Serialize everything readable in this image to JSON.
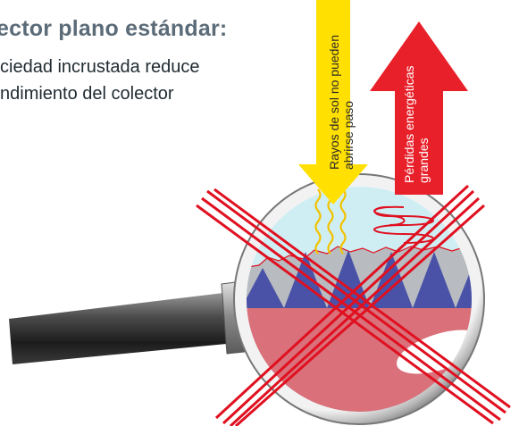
{
  "title": "ector plano estándar:",
  "subtitle_lines": [
    "ciedad incrustada reduce",
    "ndimiento del colector"
  ],
  "sun_arrow": {
    "label_lines": [
      "Rayos de sol no pueden",
      "abrirse paso"
    ],
    "color": "#ffe000"
  },
  "loss_arrow": {
    "label_lines": [
      "Pérdidas energéticas",
      "grandes"
    ],
    "color": "#e8202a"
  },
  "colors": {
    "title": "#5b6b78",
    "dirt_layer": "#b8bcc0",
    "absorber": "#4a52a8",
    "collector_base": "#d9707a",
    "cross": "#e01020"
  }
}
